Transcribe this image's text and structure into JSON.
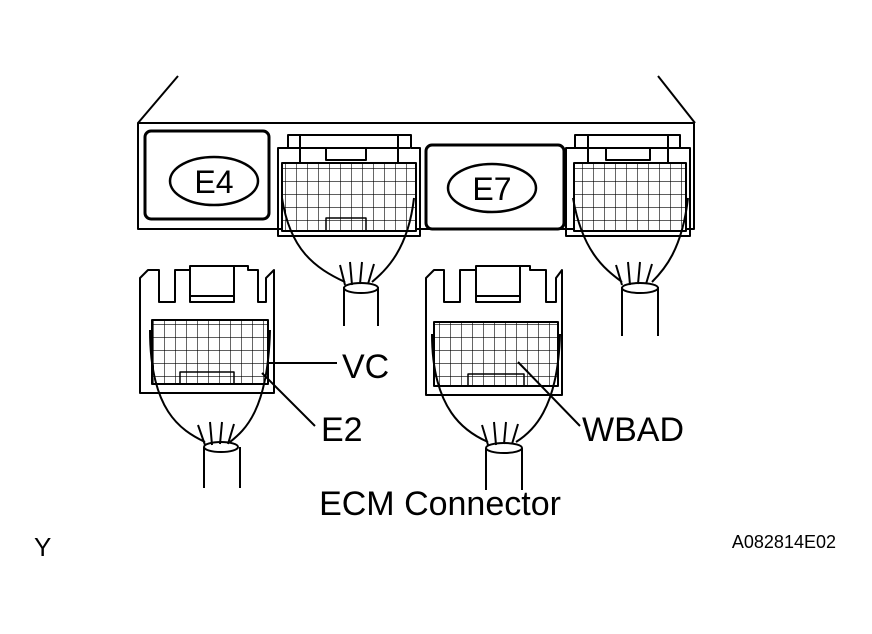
{
  "ecm": {
    "connector_e4": "E4",
    "connector_e7": "E7"
  },
  "callouts": {
    "vc": "VC",
    "e2": "E2",
    "wbad": "WBAD"
  },
  "caption": "ECM Connector",
  "corner_mark": "Y",
  "figure_id": "A082814E02"
}
